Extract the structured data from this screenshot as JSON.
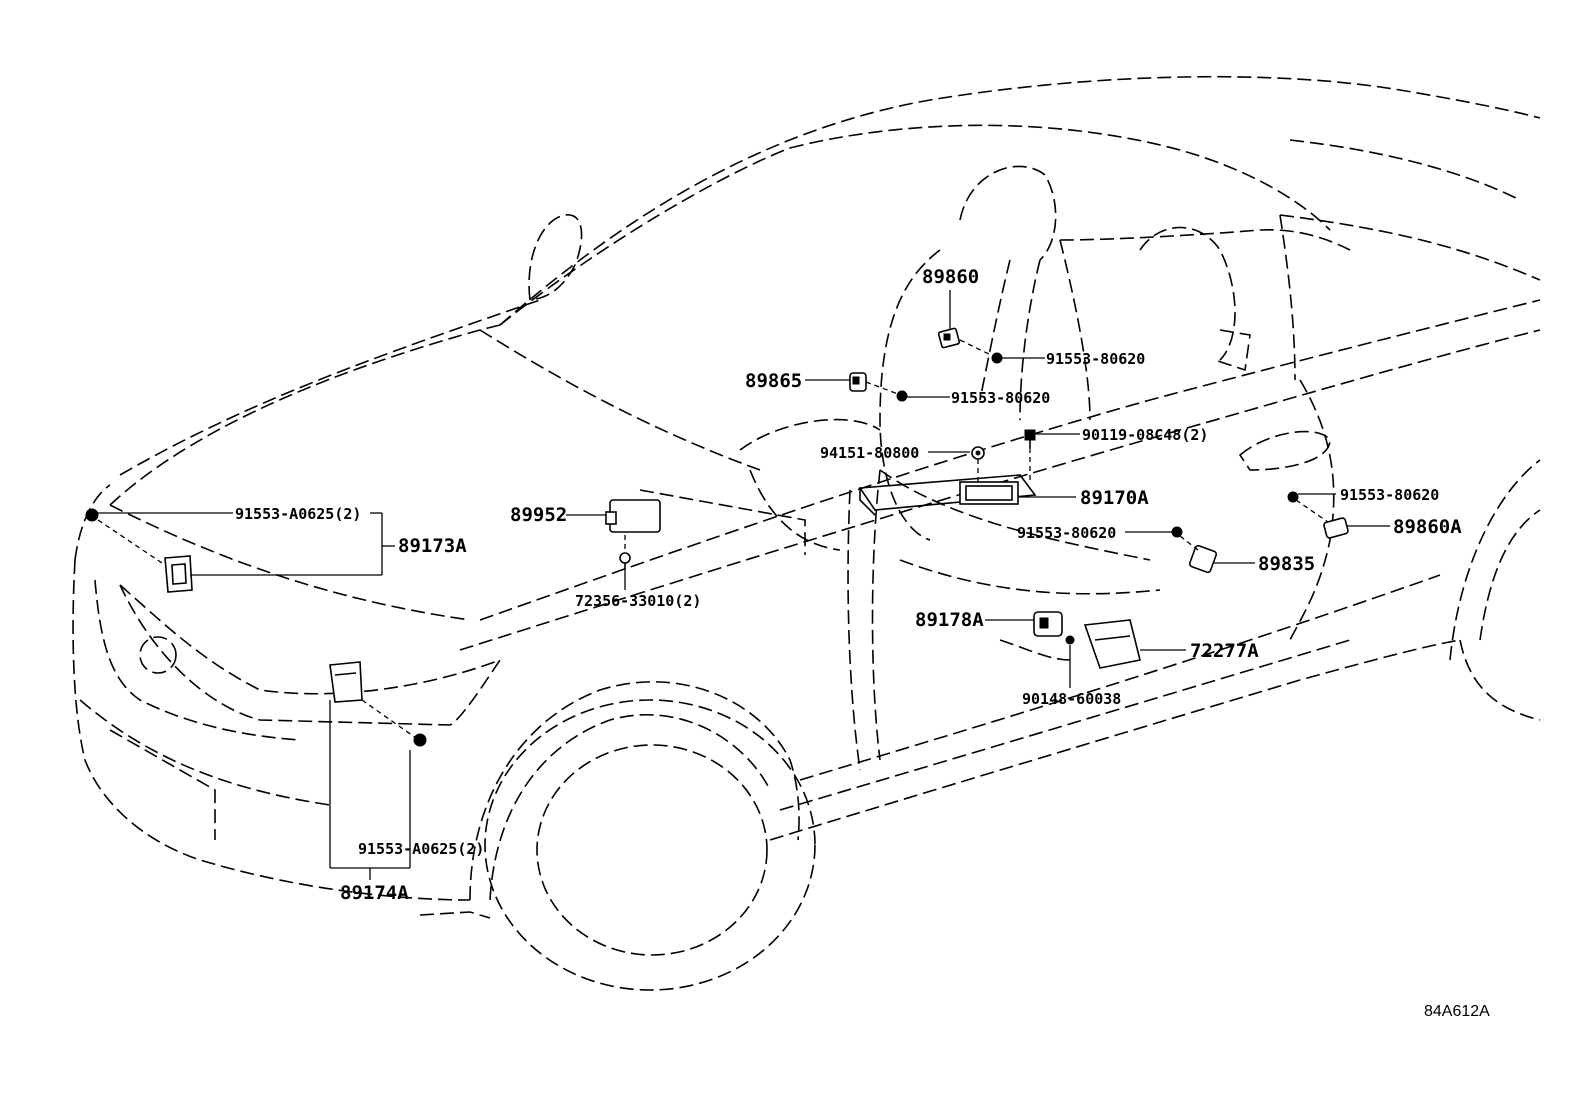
{
  "diagram": {
    "drawing_code": "84A612A",
    "labels": {
      "p89860": "89860",
      "p91553_80620_a": "91553-80620",
      "p89865": "89865",
      "p91553_80620_b": "91553-80620",
      "p90119": "90119-08C48(2)",
      "p94151": "94151-80800",
      "p89952": "89952",
      "p89170a": "89170A",
      "p91553_80620_c": "91553-80620",
      "p89860a": "89860A",
      "p91553_80620_d": "91553-80620",
      "p91553_a0625_a": "91553-A0625(2)",
      "p89173a": "89173A",
      "p89835": "89835",
      "p72356": "72356-33010(2)",
      "p89178a": "89178A",
      "p72277a": "72277A",
      "p90148": "90148-60038",
      "p91553_a0625_b": "91553-A0625(2)",
      "p89174a": "89174A"
    }
  }
}
